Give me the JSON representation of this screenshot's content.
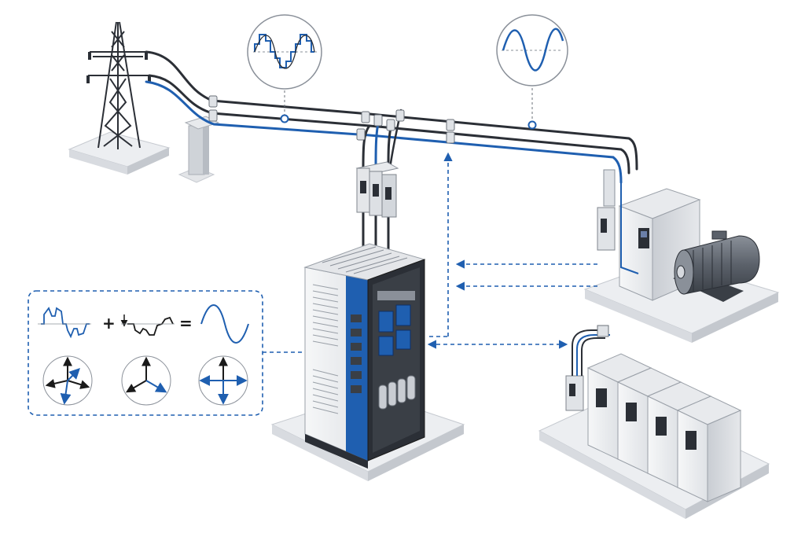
{
  "diagram": {
    "kind": "isometric power-quality illustration",
    "colors": {
      "accent_blue": "#1f5fb0",
      "dark_blue": "#1b3f8a",
      "line_dark": "#2b2f36",
      "cabinet_light": "#f2f3f5",
      "cabinet_mid": "#d6d9de",
      "cabinet_dark": "#9aa0a8",
      "base_plate": "#eceef1",
      "callout_border": "#1f5fb0"
    },
    "nodes": [
      {
        "id": "transmission-tower",
        "icon": "transmission-tower-icon"
      },
      {
        "id": "pole-terminal",
        "icon": "terminal-post-icon"
      },
      {
        "id": "breaker-group",
        "icon": "circuit-breaker-icon"
      },
      {
        "id": "active-filter-cabinet",
        "icon": "filter-cabinet-icon"
      },
      {
        "id": "vfd-motor-load",
        "icon": "motor-icon"
      },
      {
        "id": "drive-bank-load",
        "icon": "drive-cabinet-icon"
      }
    ],
    "waveforms": {
      "distorted_bubble": "distorted-wave-icon",
      "clean_bubble": "sine-wave-icon"
    },
    "equation": {
      "operators": [
        "+",
        "="
      ],
      "terms": [
        "distorted-wave-icon",
        "compensation-wave-icon",
        "sine-wave-icon"
      ]
    },
    "phasors": [
      "unbalanced-phasor-icon",
      "three-phase-phasor-icon",
      "balanced-cross-phasor-icon"
    ]
  }
}
